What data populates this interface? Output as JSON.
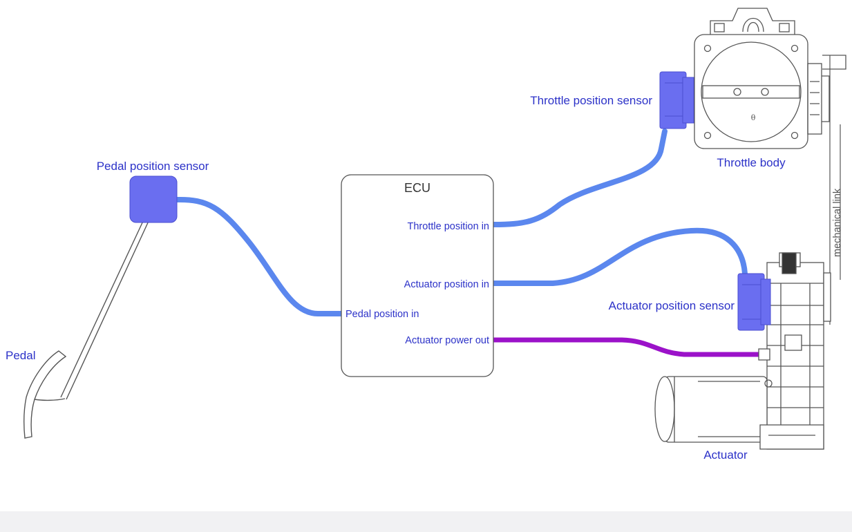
{
  "diagram": {
    "ecu": {
      "title": "ECU",
      "inputs": {
        "throttle_position_in": "Throttle position in",
        "actuator_position_in": "Actuator position in",
        "pedal_position_in": "Pedal position in",
        "actuator_power_out": "Actuator power out"
      }
    },
    "components": {
      "pedal_position_sensor": "Pedal position sensor",
      "pedal": "Pedal",
      "throttle_position_sensor": "Throttle position sensor",
      "throttle_body": "Throttle body",
      "throttle_angle_symbol": "θ",
      "mechanical_link": "mechanical link",
      "actuator_position_sensor": "Actuator position sensor",
      "actuator": "Actuator"
    },
    "colors": {
      "signal_wire": "#5b87ee",
      "power_wire": "#9b12c9",
      "sensor_fill": "#6a6ef0",
      "label_text": "#2c32c8",
      "outline": "#555555"
    }
  }
}
